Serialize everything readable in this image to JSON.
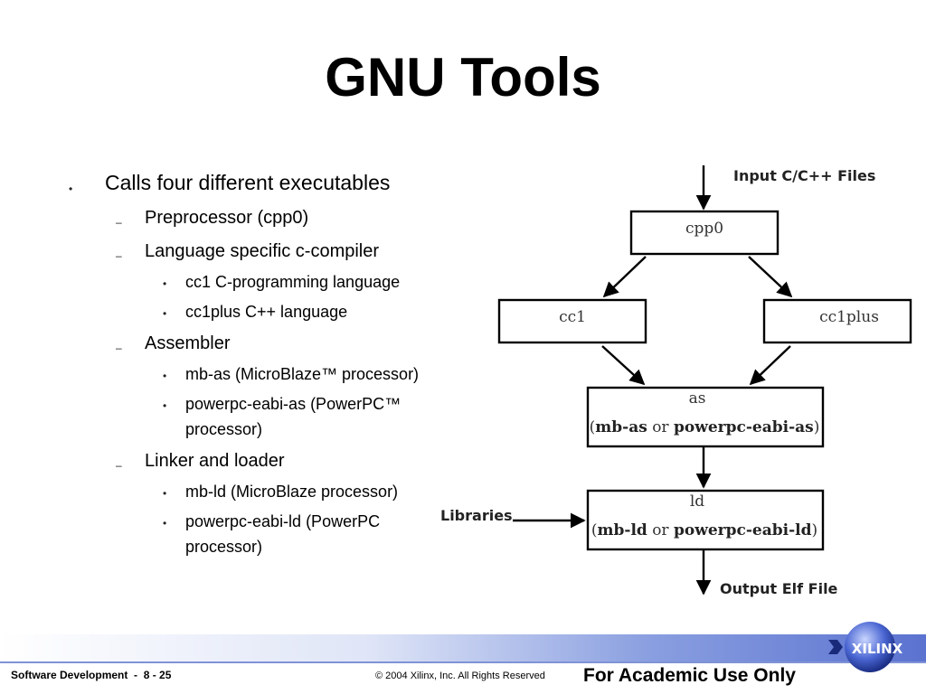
{
  "slide": {
    "title": "GNU Tools"
  },
  "bullets": {
    "main": "Calls four different executables",
    "preprocessor": "Preprocessor (cpp0)",
    "compiler": "Language specific c-compiler",
    "compiler_items": [
      "cc1 C-programming language",
      "cc1plus C++ language"
    ],
    "assembler": "Assembler",
    "assembler_items": [
      "mb-as (MicroBlaze™ processor)",
      "powerpc-eabi-as (PowerPC™",
      "processor)"
    ],
    "linker": "Linker and loader",
    "linker_items": [
      "mb-ld (MicroBlaze processor)",
      "powerpc-eabi-ld (PowerPC",
      "processor)"
    ]
  },
  "diagram": {
    "input_label": "Input C/C++ Files",
    "cpp0": "cpp0",
    "cc1": "cc1",
    "cc1plus": "cc1plus",
    "as_title": "as",
    "as_line": {
      "open": "(",
      "a": "mb-as",
      "or": " or ",
      "b": "powerpc-eabi-as",
      "close": ")"
    },
    "ld_title": "ld",
    "ld_line": {
      "open": "(",
      "a": "mb-ld",
      "or": " or ",
      "b": "powerpc-eabi-ld",
      "close": ")"
    },
    "libraries_label": "Libraries",
    "output_label": "Output Elf File"
  },
  "footer": {
    "left": "Software Development  -  8 - 25",
    "center": "© 2004 Xilinx, Inc. All Rights Reserved",
    "right": "For Academic Use Only",
    "logo_text": "XILINX"
  },
  "colors": {
    "footer_gradient_end": "#5b73d0",
    "logo_blue": "#3b5bc8"
  }
}
